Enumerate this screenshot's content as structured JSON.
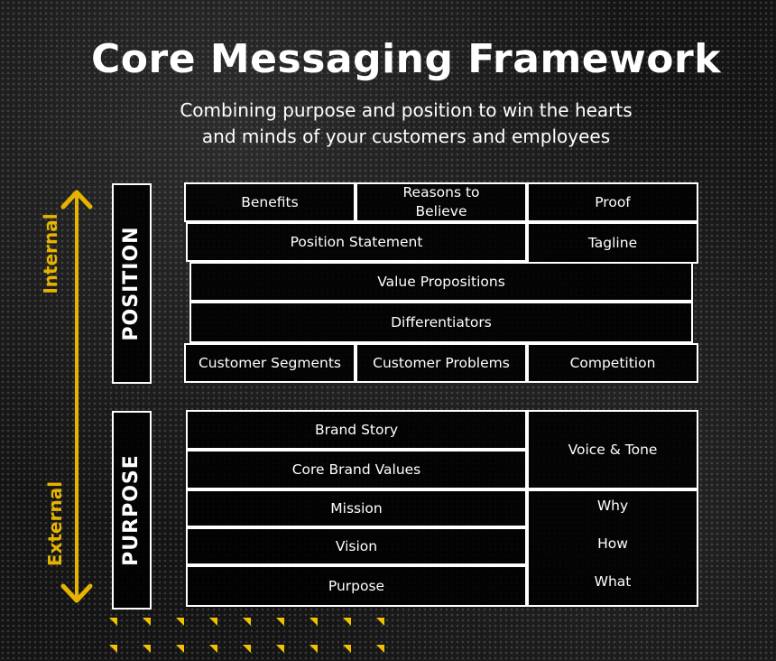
{
  "title": "Core Messaging Framework",
  "subtitle": [
    "Combining purpose and position to win the hearts",
    "and minds of your customers and employees"
  ],
  "axis": {
    "top_label": "Internal",
    "bottom_label": "External",
    "color": "#e6b400"
  },
  "sections": {
    "position": "POSITION",
    "purpose": "PURPOSE"
  },
  "position_rows": {
    "benefits": "Benefits",
    "reasons": "Reasons to Believe",
    "proof": "Proof",
    "position_statement": "Position Statement",
    "tagline": "Tagline",
    "value_propositions": "Value Propositions",
    "differentiators": "Differentiators",
    "customer_segments": "Customer Segments",
    "customer_problems": "Customer Problems",
    "competition": "Competition"
  },
  "purpose_rows": {
    "brand_story": "Brand Story",
    "core_brand_values": "Core Brand Values",
    "mission": "Mission",
    "vision": "Vision",
    "purpose": "Purpose",
    "voice_tone": "Voice & Tone",
    "why": "Why",
    "how": "How",
    "what": "What"
  }
}
